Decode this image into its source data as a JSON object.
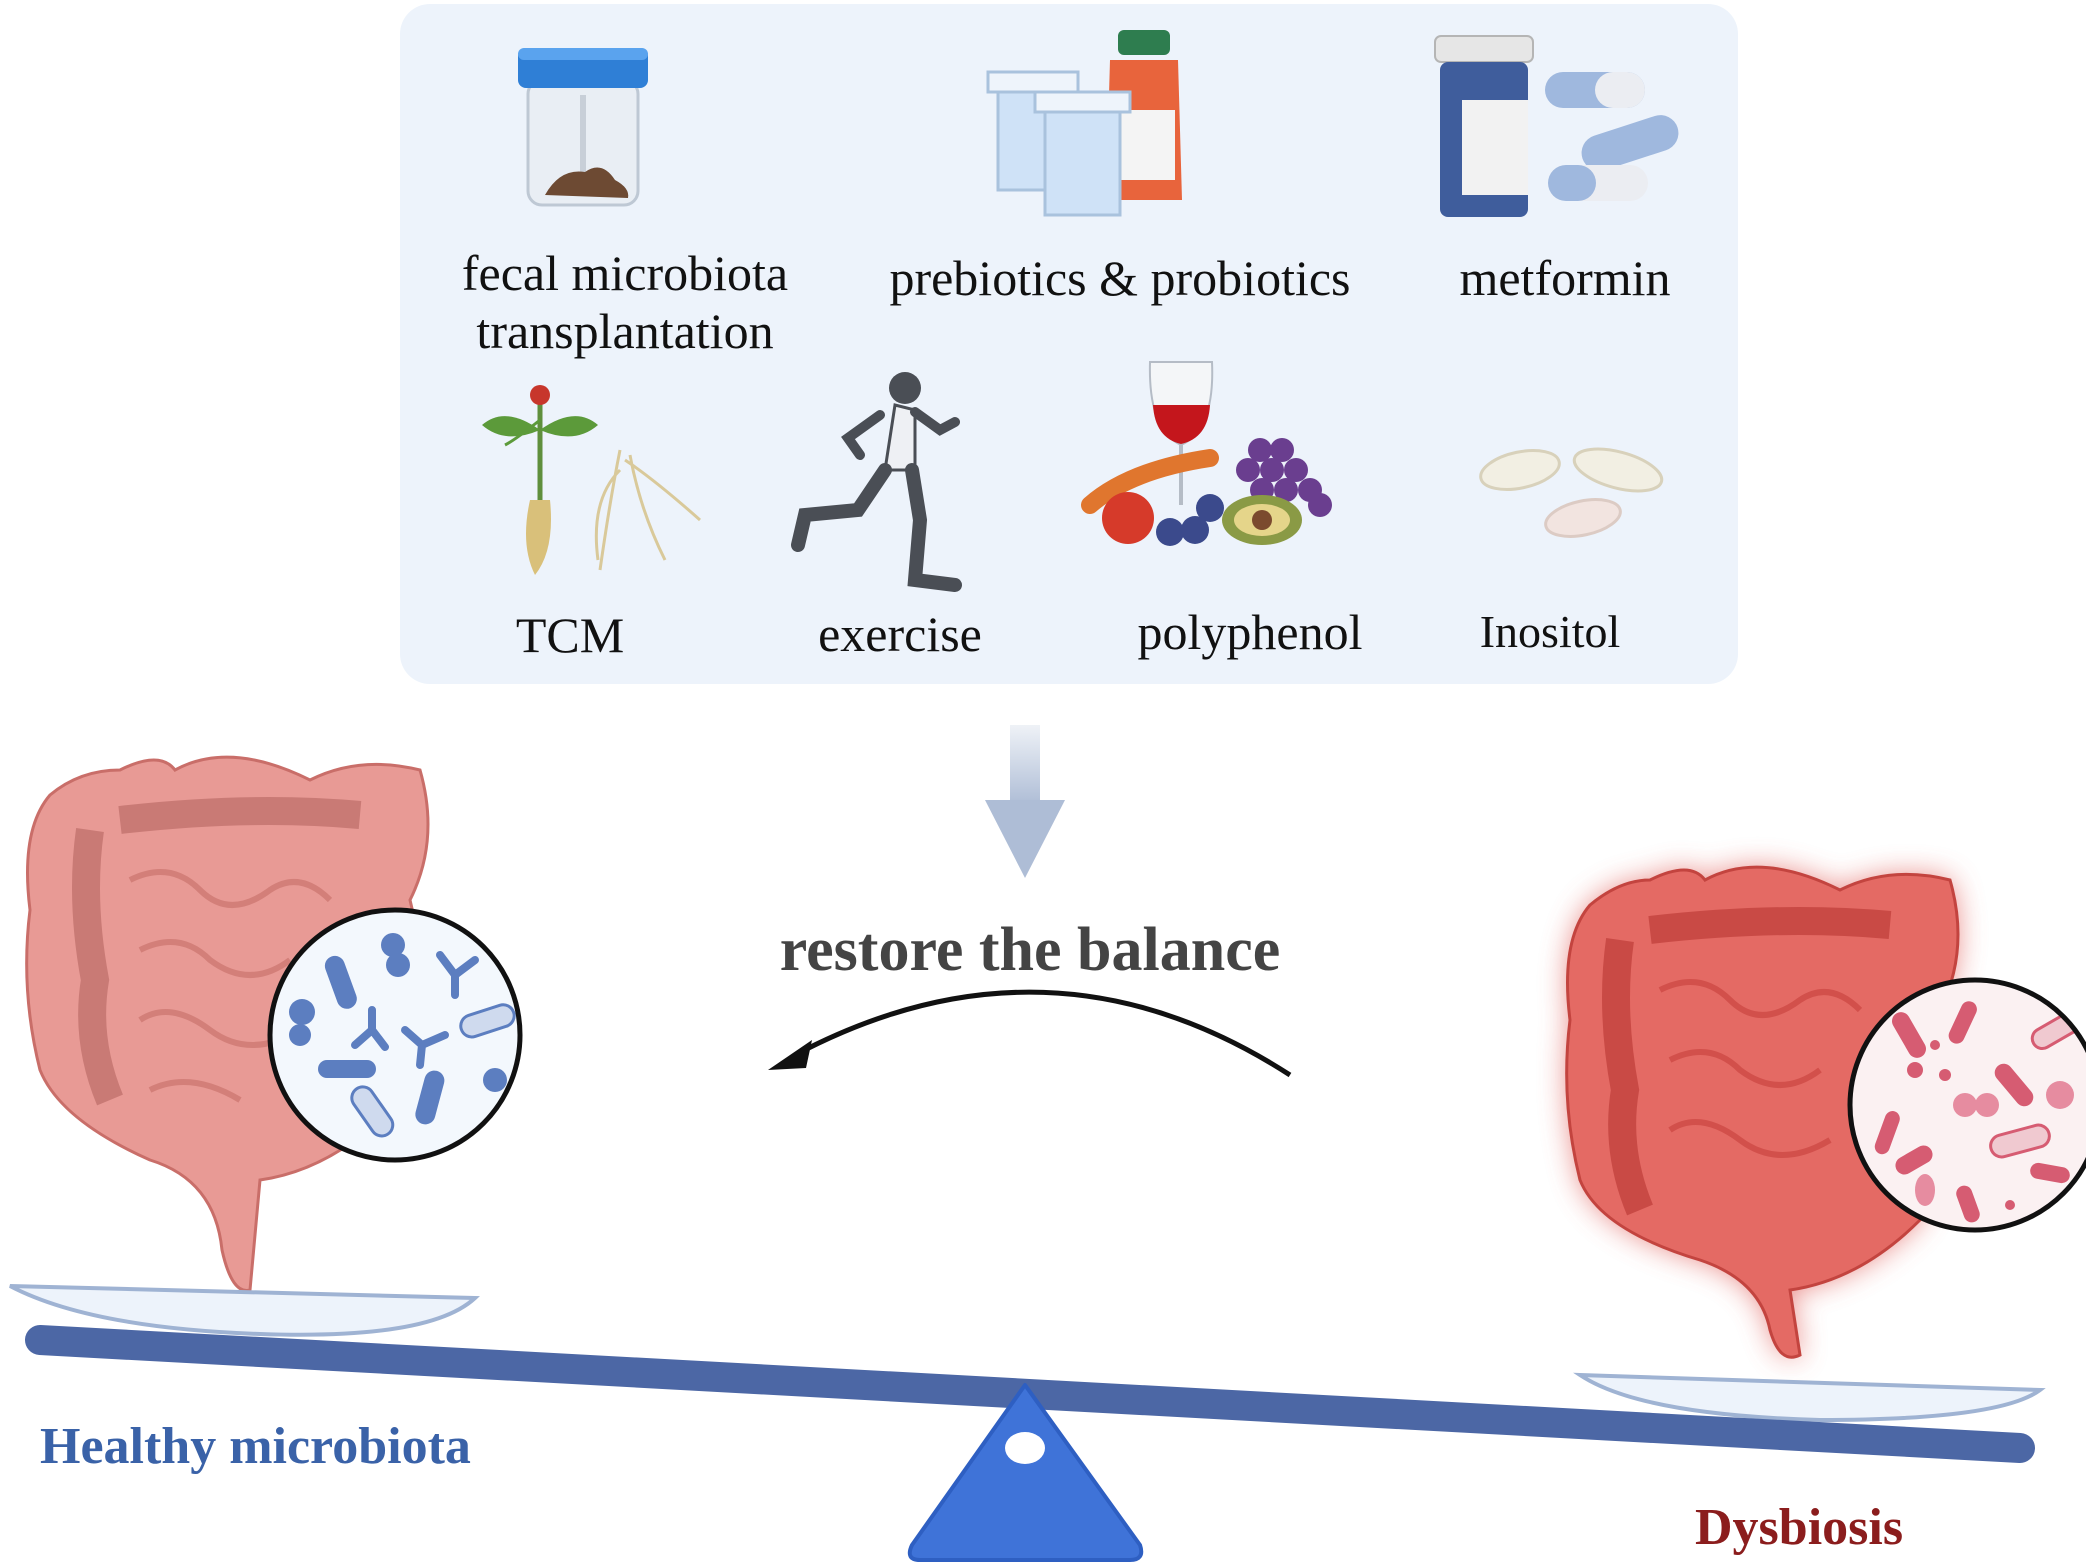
{
  "interventions": {
    "fmt": "fecal microbiota transplantation",
    "prebiotics": "prebiotics & probiotics",
    "metformin": "metformin",
    "tcm": "TCM",
    "exercise": "exercise",
    "polyphenol": "polyphenol",
    "inositol": "Inositol"
  },
  "center": {
    "restore": "restore the balance"
  },
  "scale": {
    "left_label": "Healthy microbiota",
    "right_label": "Dysbiosis",
    "state": "tilted toward healthy side"
  },
  "colors": {
    "panel_bg": "#edf3fb",
    "beam": "#4c67a5",
    "fulcrum": "#3f73d8",
    "healthy_text": "#3a62a8",
    "dysbiosis_text": "#8b1d1d",
    "arrow_down": "#aebdd6",
    "healthy_gut": "#e89a95",
    "dysbiosis_gut": "#e05a55"
  },
  "icons": [
    "stool-container-icon",
    "yogurt-bottle-icon",
    "pill-bottle-icon",
    "ginseng-icon",
    "runner-icon",
    "wine-fruit-icon",
    "tablets-icon",
    "intestine-icon",
    "microbe-magnifier-icon"
  ]
}
